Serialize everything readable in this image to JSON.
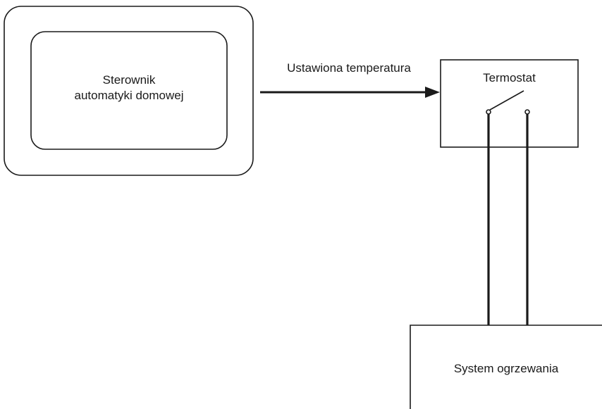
{
  "controller": {
    "line1": "Sterownik",
    "line2": "automatyki domowej"
  },
  "arrow": {
    "label": "Ustawiona temperatura"
  },
  "thermostat": {
    "label": "Termostat"
  },
  "heating": {
    "label": "System ogrzewania"
  },
  "colors": {
    "stroke": "#1a1a1a",
    "background": "#ffffff"
  }
}
